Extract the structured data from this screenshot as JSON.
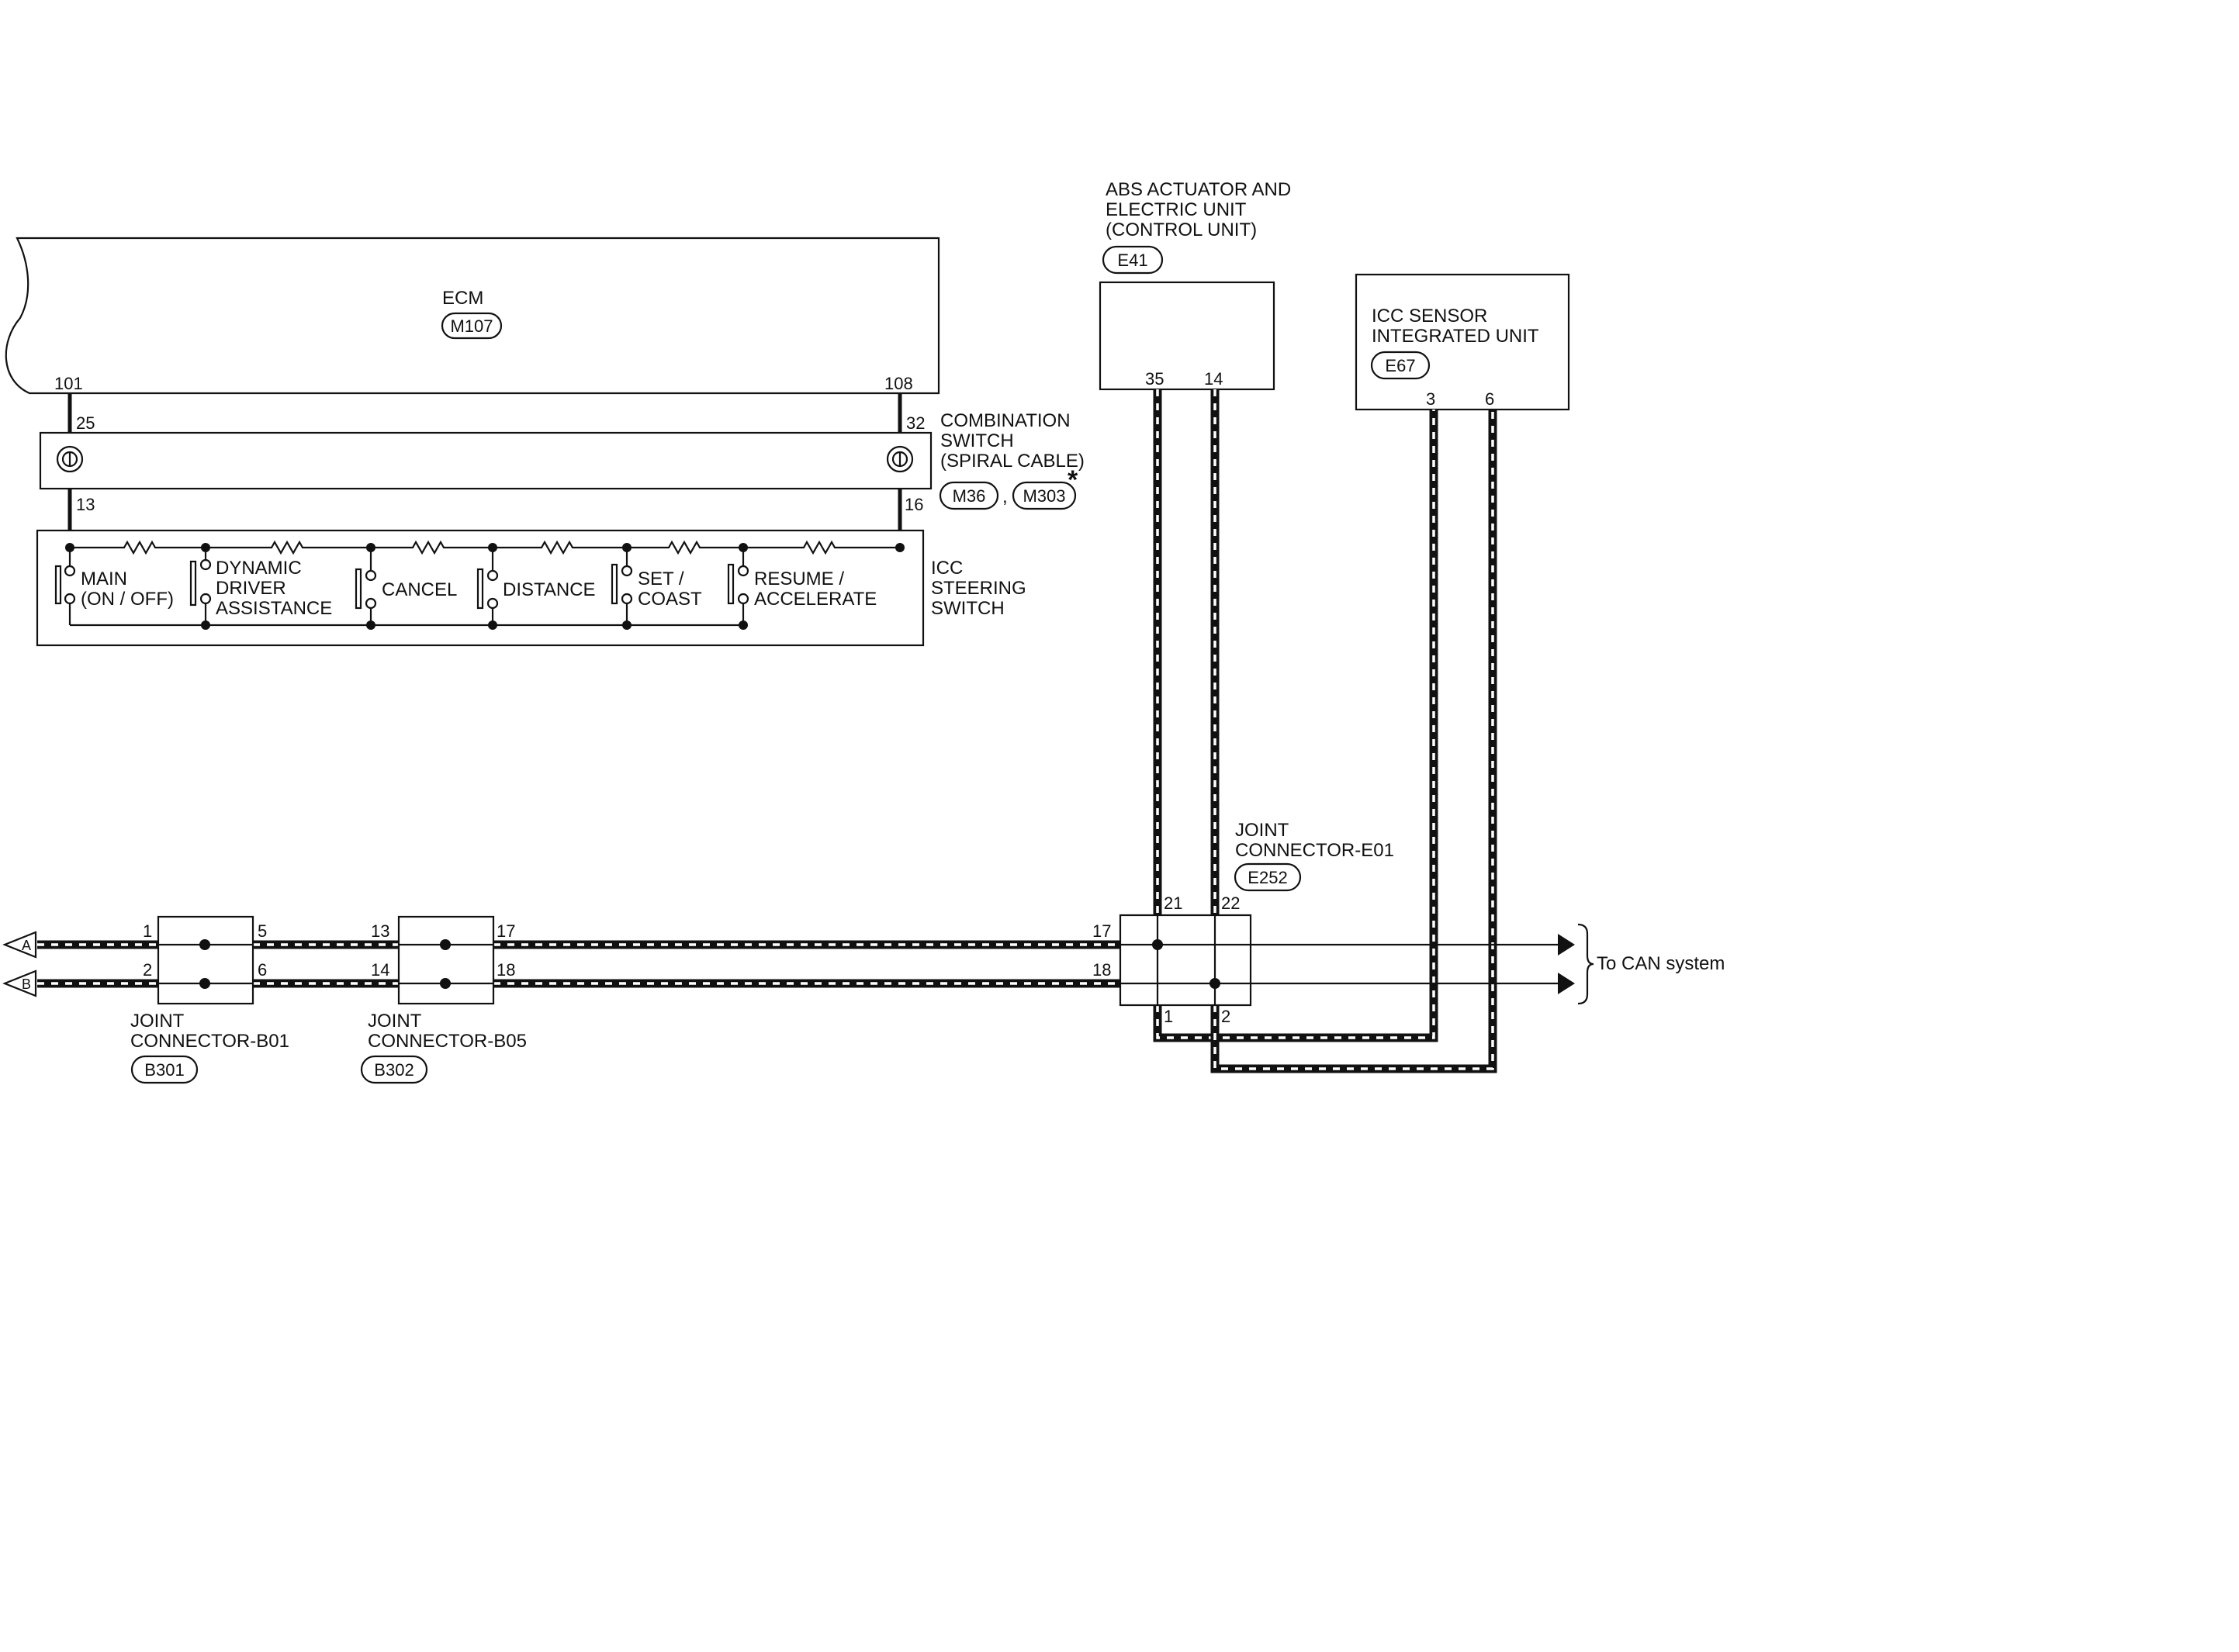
{
  "ecm": {
    "name": "ECM",
    "connector": "M107",
    "pin_left": "101",
    "pin_right": "108"
  },
  "combination_switch": {
    "name_lines": [
      "COMBINATION",
      "SWITCH",
      "(SPIRAL CABLE)"
    ],
    "connectors": [
      "M36",
      "M303"
    ],
    "separator": ",",
    "asterisk": "*",
    "pins_top": [
      "25",
      "32"
    ],
    "pins_bottom": [
      "13",
      "16"
    ]
  },
  "icc_steering_switch": {
    "name_lines": [
      "ICC",
      "STEERING",
      "SWITCH"
    ],
    "switches": [
      {
        "lines": [
          "MAIN",
          "(ON / OFF)"
        ]
      },
      {
        "lines": [
          "DYNAMIC",
          "DRIVER",
          "ASSISTANCE"
        ]
      },
      {
        "lines": [
          "CANCEL"
        ]
      },
      {
        "lines": [
          "DISTANCE"
        ]
      },
      {
        "lines": [
          "SET /",
          "COAST"
        ]
      },
      {
        "lines": [
          "RESUME /",
          "ACCELERATE"
        ]
      }
    ]
  },
  "abs_unit": {
    "name_lines": [
      "ABS ACTUATOR AND",
      "ELECTRIC UNIT",
      "(CONTROL UNIT)"
    ],
    "connector": "E41",
    "pins": [
      "35",
      "14"
    ]
  },
  "icc_sensor": {
    "name_lines": [
      "ICC SENSOR",
      "INTEGRATED UNIT"
    ],
    "connector": "E67",
    "pins": [
      "3",
      "6"
    ]
  },
  "joint_e01": {
    "name_lines": [
      "JOINT",
      "CONNECTOR-E01"
    ],
    "connector": "E252",
    "pins_top": [
      "21",
      "22"
    ],
    "pins_left": [
      "17",
      "18"
    ],
    "pins_bottom": [
      "1",
      "2"
    ]
  },
  "joint_b01": {
    "name_lines": [
      "JOINT",
      "CONNECTOR-B01"
    ],
    "connector": "B301",
    "pins_left": [
      "1",
      "2"
    ],
    "pins_right": [
      "5",
      "6"
    ]
  },
  "joint_b05": {
    "name_lines": [
      "JOINT",
      "CONNECTOR-B05"
    ],
    "connector": "B302",
    "pins_left": [
      "13",
      "14"
    ],
    "pins_right": [
      "17",
      "18"
    ]
  },
  "offpage": [
    "A",
    "B"
  ],
  "to_can": "To CAN system"
}
